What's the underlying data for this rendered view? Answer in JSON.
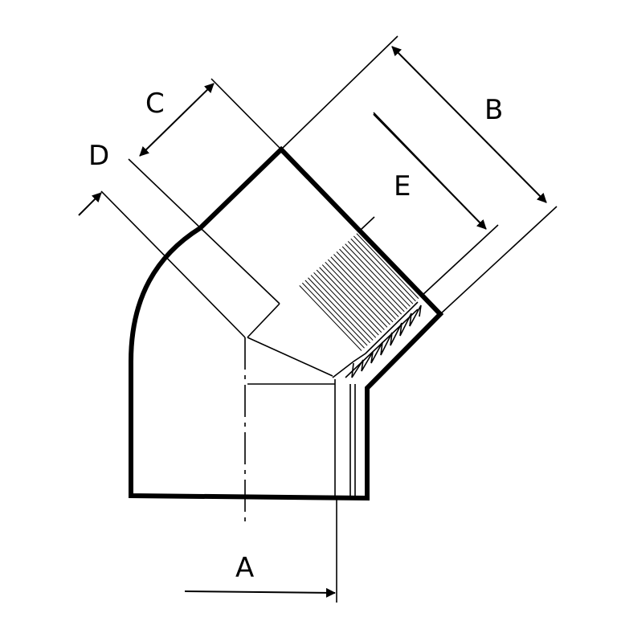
{
  "diagram": {
    "labels": {
      "A": "A",
      "B": "B",
      "C": "C",
      "D": "D",
      "E": "E"
    },
    "colors": {
      "line": "#000000",
      "background": "#ffffff"
    }
  }
}
